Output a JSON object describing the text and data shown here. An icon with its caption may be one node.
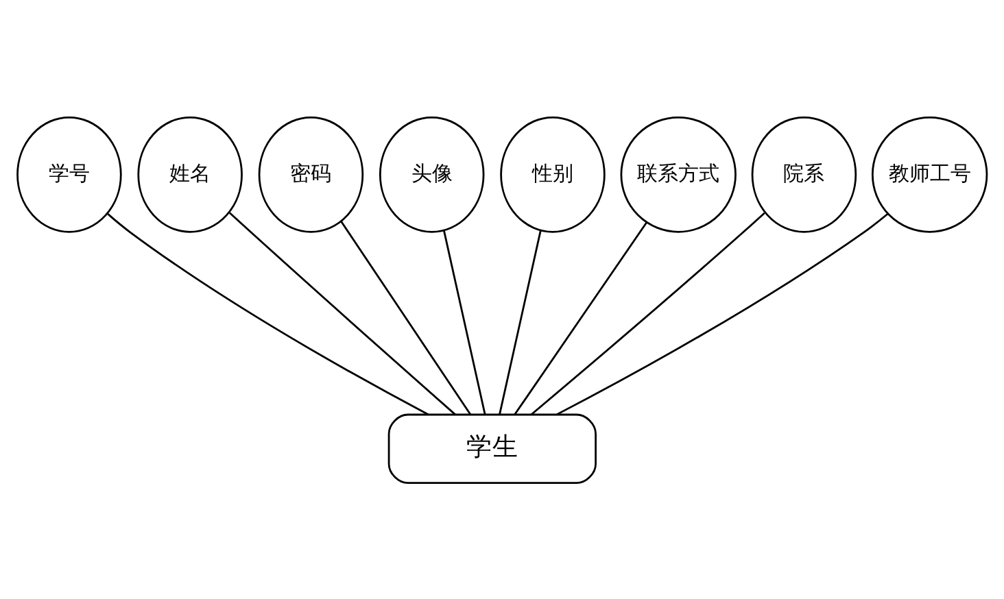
{
  "diagram": {
    "nodes": [
      {
        "text": [
          "学号"
        ]
      },
      {
        "text": [
          "姓名"
        ]
      },
      {
        "text": [
          "密码"
        ]
      },
      {
        "text": [
          "头像"
        ]
      },
      {
        "text": [
          "性别"
        ]
      },
      {
        "text": [
          "联系方式"
        ]
      },
      {
        "text": [
          "院系"
        ]
      },
      {
        "text": [
          "教师工号"
        ]
      },
      {
        "text": [
          "学生"
        ]
      }
    ],
    "edges": [
      {
        "from": 8,
        "to": 0,
        "arrow": "none"
      },
      {
        "from": 8,
        "to": 1,
        "arrow": "none"
      },
      {
        "from": 8,
        "to": 2,
        "arrow": "none"
      },
      {
        "from": 8,
        "to": 3,
        "arrow": "none"
      },
      {
        "from": 8,
        "to": 4,
        "arrow": "none"
      },
      {
        "from": 8,
        "to": 5,
        "arrow": "none"
      },
      {
        "from": 8,
        "to": 6,
        "arrow": "none"
      },
      {
        "from": 8,
        "to": 7,
        "arrow": "none"
      }
    ]
  }
}
